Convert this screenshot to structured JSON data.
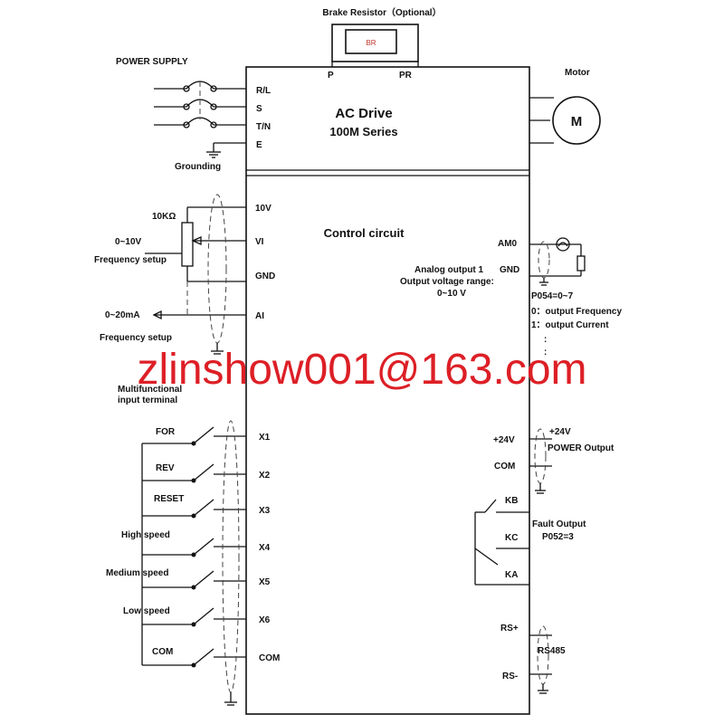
{
  "brake": {
    "title": "Brake Resistor（Optional）",
    "box_label": "BR",
    "terminal_p": "P",
    "terminal_pr": "PR"
  },
  "power": {
    "title": "POWER SUPPLY",
    "grounding": "Grounding",
    "terminals": [
      "R/L",
      "S",
      "T/N",
      "E"
    ]
  },
  "drive": {
    "title": "AC Drive",
    "series": "100M  Series",
    "control_title": "Control circuit"
  },
  "motor": {
    "title": "Motor",
    "symbol": "M"
  },
  "analog_input": {
    "pot_label": "10KΩ",
    "v_range": "0~10V",
    "v_caption": "Frequency setup",
    "i_range": "0~20mA",
    "i_caption": "Frequency setup",
    "terminals": [
      "10V",
      "VI",
      "GND",
      "AI"
    ]
  },
  "multifunction": {
    "caption_line1": "Multifunctional",
    "caption_line2": "input terminal",
    "inputs": [
      {
        "label": "FOR",
        "terminal": "X1"
      },
      {
        "label": "REV",
        "terminal": "X2"
      },
      {
        "label": "RESET",
        "terminal": "X3"
      },
      {
        "label": "High  speed",
        "terminal": "X4"
      },
      {
        "label": "Medium  speed",
        "terminal": "X5"
      },
      {
        "label": "Low  speed",
        "terminal": "X6"
      },
      {
        "label": "COM",
        "terminal": "COM"
      }
    ]
  },
  "analog_output": {
    "terminal_am": "AM0",
    "terminal_gnd": "GND",
    "caption_line1": "Analog output 1",
    "caption_line2": "Output voltage range:",
    "caption_line3": "0~10 V",
    "param": "P054=0~7",
    "opt0": "0：output Frequency",
    "opt1": "1：output Current",
    "dots": ":"
  },
  "power_output": {
    "terminal_24v": "+24V",
    "terminal_com": "COM",
    "label_24v": "+24V",
    "caption": "POWER Output"
  },
  "fault_output": {
    "terminals": [
      "KB",
      "KC",
      "KA"
    ],
    "caption": "Fault Output",
    "param": "P052=3"
  },
  "rs485": {
    "terminal_plus": "RS+",
    "terminal_minus": "RS-",
    "caption": "RS485"
  },
  "watermark": "zlinshow001@163.com"
}
